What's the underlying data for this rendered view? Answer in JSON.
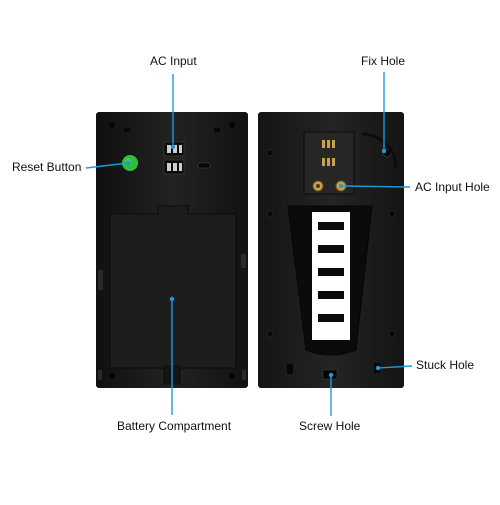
{
  "labels": {
    "ac_input": "AC Input",
    "reset_button": "Reset Button",
    "battery_compartment": "Battery Compartment",
    "fix_hole": "Fix Hole",
    "ac_input_hole": "AC Input Hole",
    "stuck_hole": "Stuck Hole",
    "screw_hole": "Screw Hole"
  },
  "colors": {
    "callout_line": "#1e9bd7",
    "callout_dot": "#1e9bd7",
    "device_body": "#1b1b1b",
    "reset_button": "#2fbf3a",
    "connector_gold": "#c9a24a",
    "text": "#111111"
  }
}
